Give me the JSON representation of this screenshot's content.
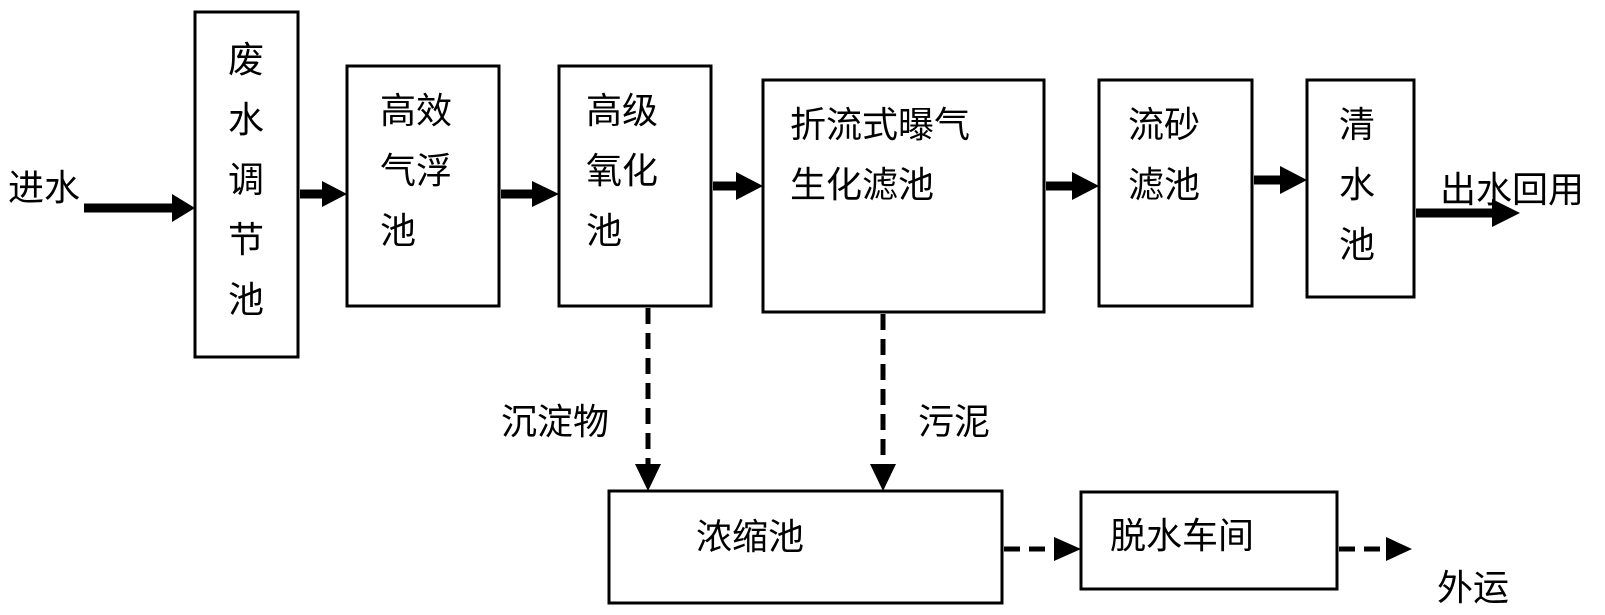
{
  "diagram": {
    "input_label": "进水",
    "output_label": "出水回用",
    "sediment_label": "沉淀物",
    "sludge_label": "污泥",
    "export_label": "外运",
    "boxes": {
      "equalization_tank": {
        "lines": [
          "废",
          "水",
          "调",
          "节",
          "池"
        ]
      },
      "air_flotation": {
        "lines": [
          "高效",
          "气浮",
          "池"
        ]
      },
      "advanced_oxidation": {
        "lines": [
          "高级",
          "氧化",
          "池"
        ]
      },
      "baffled_aerated_biofilter": {
        "lines": [
          "折流式曝气",
          "生化滤池"
        ]
      },
      "sand_filter": {
        "lines": [
          "流砂",
          "滤池"
        ]
      },
      "clear_water_tank": {
        "lines": [
          "清",
          "水",
          "池"
        ]
      },
      "thickener": {
        "lines": [
          "浓缩池"
        ]
      },
      "dewatering_workshop": {
        "lines": [
          "脱水车间"
        ]
      }
    }
  }
}
